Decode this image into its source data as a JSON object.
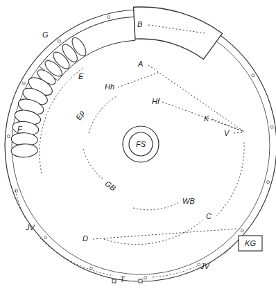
{
  "diagram": {
    "nodes": [
      {
        "text": [
          "B"
        ]
      },
      {
        "text": [
          "FS"
        ]
      },
      {
        "text": [
          "KG"
        ]
      }
    ],
    "labels": [
      "G",
      "A",
      "Hh",
      "E",
      "Hf",
      "K",
      "V",
      "Ep",
      "F",
      "GB",
      "WB",
      "C",
      "JV",
      "D",
      "JV",
      "T"
    ]
  }
}
